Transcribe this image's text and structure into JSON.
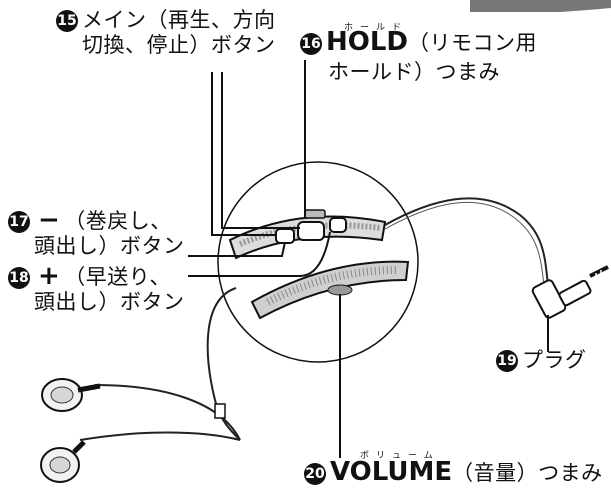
{
  "callouts": [
    {
      "number": "15",
      "line1": "メイン（再生、方向",
      "line2": "切換、停止）ボタン"
    },
    {
      "number": "16",
      "title": "HOLD",
      "title_reading": "ホールド",
      "line1": "（リモコン用",
      "line2": "ホールド）つまみ"
    },
    {
      "number": "17",
      "symbol": "−",
      "line1": "（巻戻し、",
      "line2": "頭出し）ボタン"
    },
    {
      "number": "18",
      "symbol": "+",
      "line1": "（早送り、",
      "line2": "頭出し）ボタン"
    },
    {
      "number": "19",
      "label": "プラグ"
    },
    {
      "number": "20",
      "title": "VOLUME",
      "title_reading": "ボリューム",
      "label": "（音量）つまみ"
    }
  ]
}
